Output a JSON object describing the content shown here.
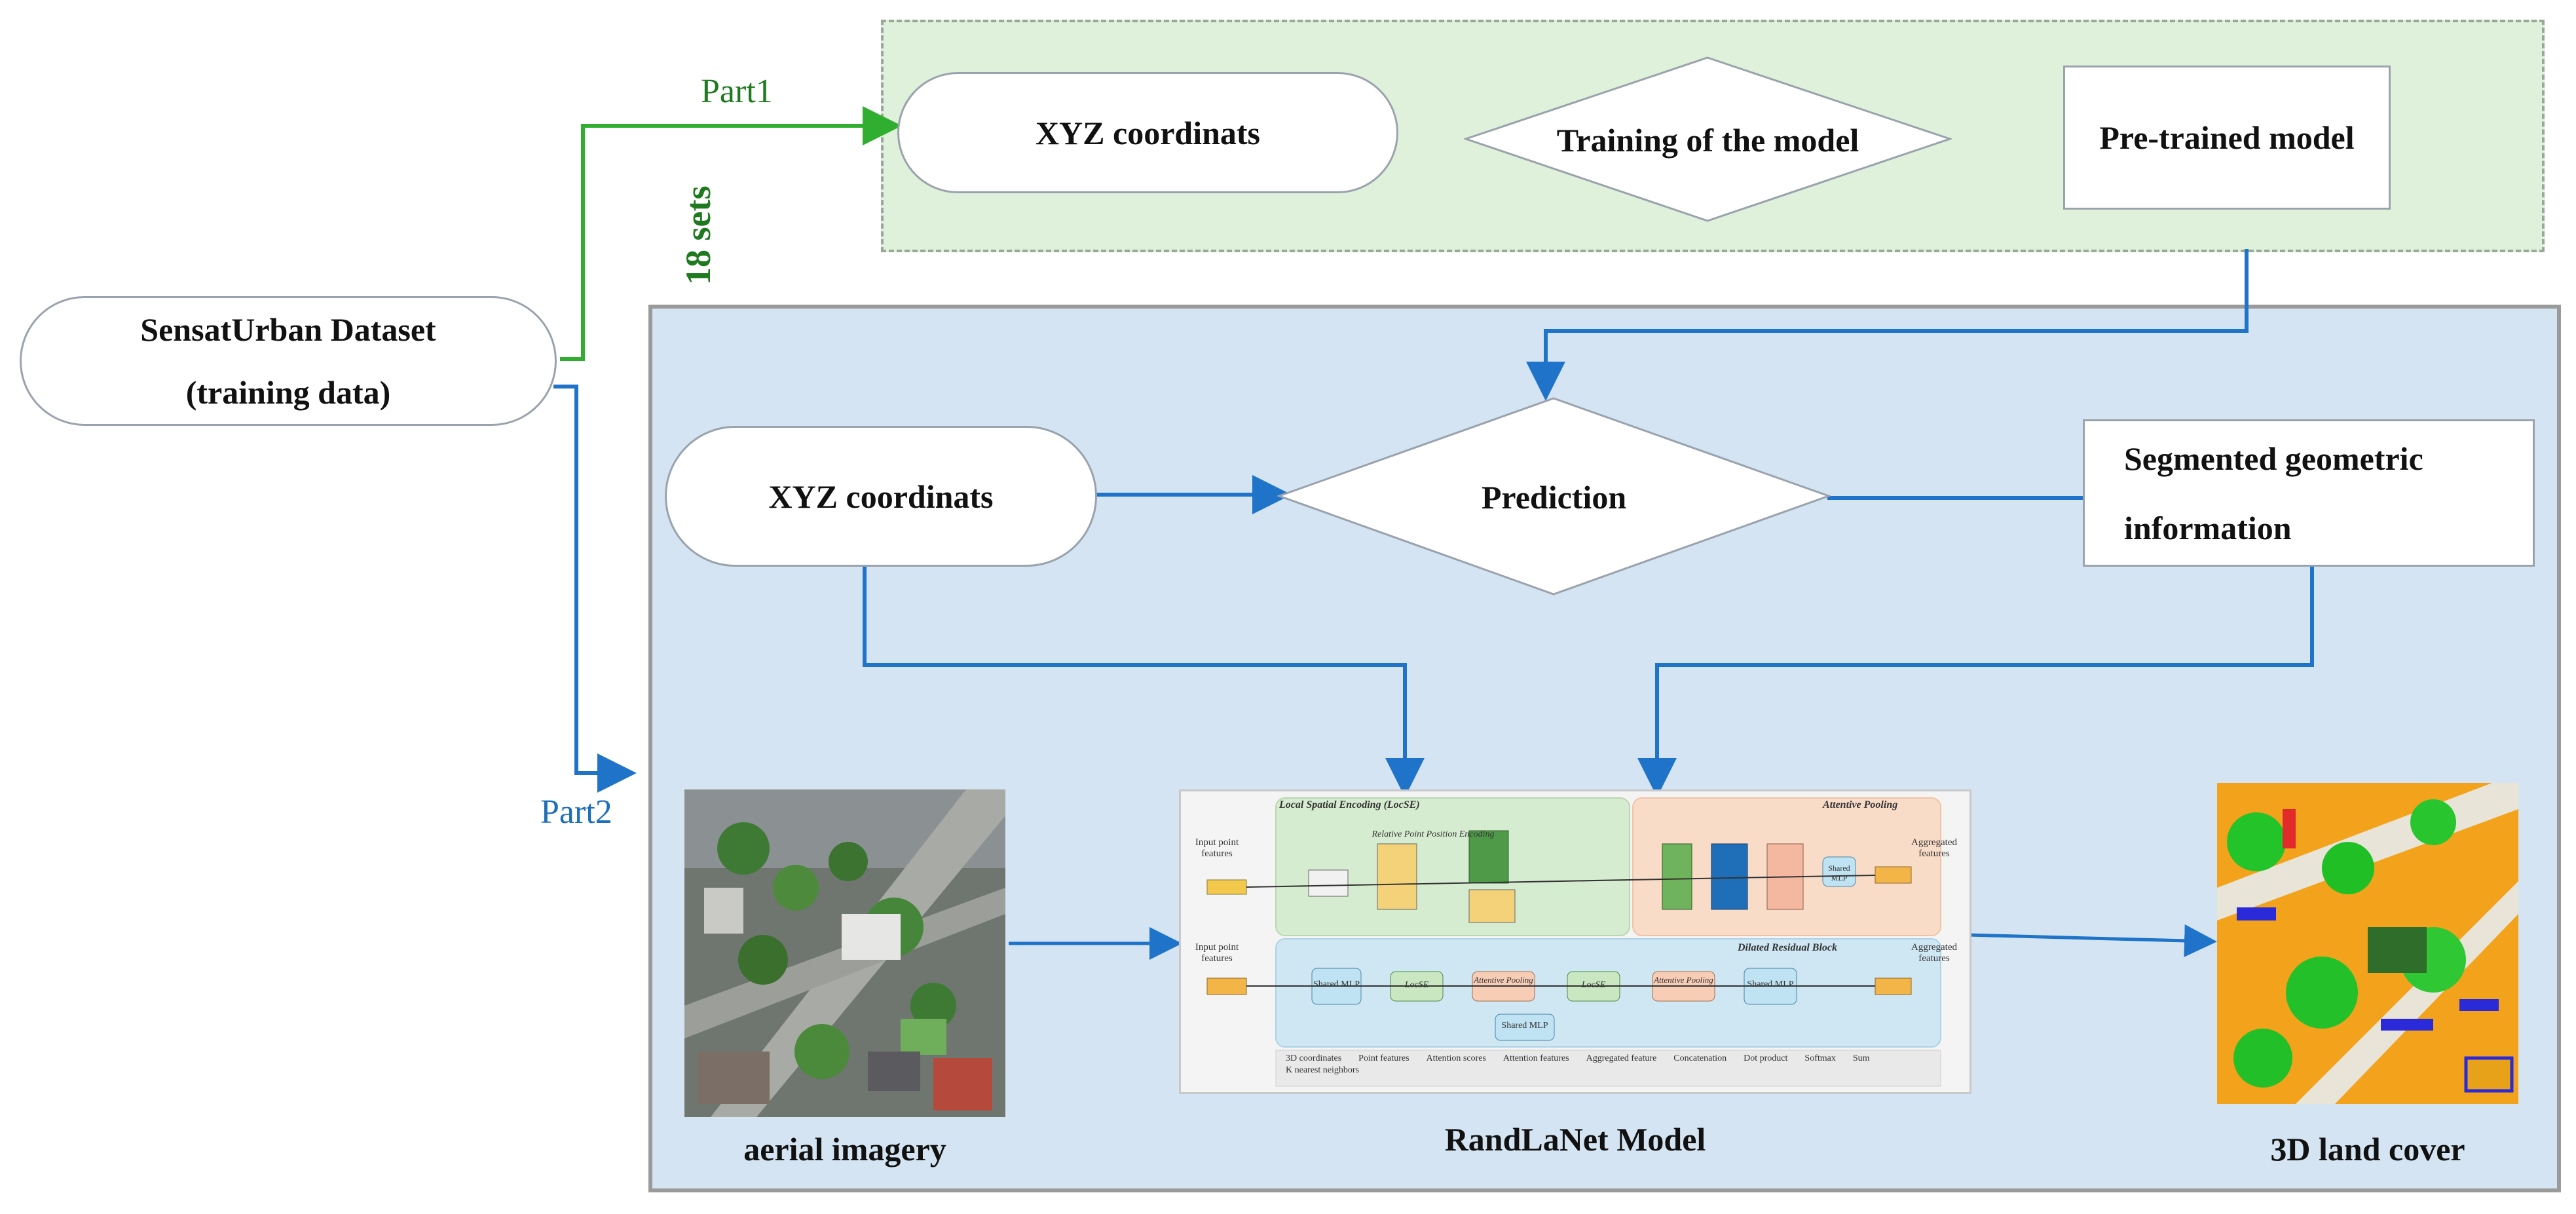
{
  "part1_label": "Part1",
  "part2_label": "Part2",
  "sets_label": "18 sets",
  "dataset": {
    "line1": "SensatUrban Dataset",
    "line2": "(training data)"
  },
  "training": {
    "input": "XYZ coordinats",
    "step": "Training of the model",
    "output": "Pre-trained model"
  },
  "main": {
    "input": "XYZ coordinats",
    "step": "Prediction",
    "seg_line1": "Segmented geometric",
    "seg_line2": "information",
    "aerial_label": "aerial imagery",
    "model_label": "RandLaNet Model",
    "land_label": "3D land cover"
  },
  "randlanet": {
    "lose_title": "Local Spatial Encoding (LocSE)",
    "att_title": "Attentive Pooling",
    "drb_title": "Dilated Residual Block",
    "input_features": "Input point features",
    "aggregated": "Aggregated features",
    "shared_mlp": "Shared MLP",
    "lose": "LocSE",
    "attentive_pooling": "Attentive Pooling",
    "relative_pos": "Relative Point Position Encoding",
    "legend": [
      "3D coordinates",
      "Point features",
      "Attention scores",
      "Attention features",
      "Aggregated feature",
      "Concatenation",
      "Dot product",
      "Softmax",
      "Sum",
      "K nearest neighbors"
    ]
  },
  "colors": {
    "green_arrow": "#2fae2f",
    "blue_arrow": "#1f74c9",
    "top_region": "#dff1da",
    "main_region": "#d4e4f2"
  }
}
